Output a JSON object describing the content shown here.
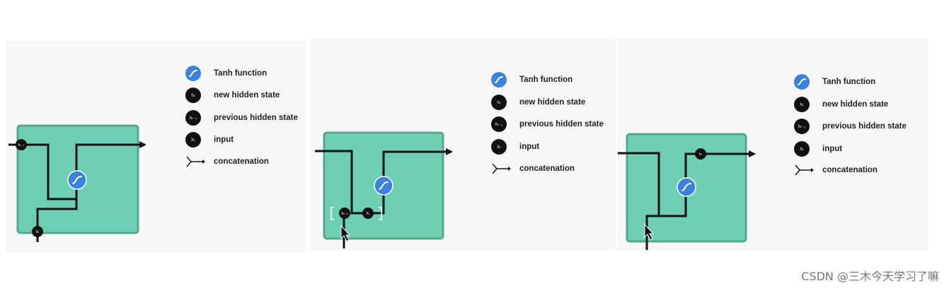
{
  "legend": {
    "tanh": "Tanh function",
    "new_hidden": "new hidden state",
    "prev_hidden": "previous hidden state",
    "input": "input",
    "concat": "concatenation"
  },
  "legend_icon_labels": {
    "new_hidden": "hₜ",
    "prev_hidden": "hₜ₋₁",
    "input": "Xₜ"
  },
  "node_labels": {
    "hidden": "hₜ",
    "prev_hidden": "hₜ₋₁",
    "input": "Xₜ"
  },
  "watermark": "CSDN @三木今天学习了嘛",
  "colors": {
    "cell_fill": "#6fcfb4",
    "cell_border": "#55a890",
    "tanh_blue": "#3a82de",
    "line": "#111111"
  }
}
